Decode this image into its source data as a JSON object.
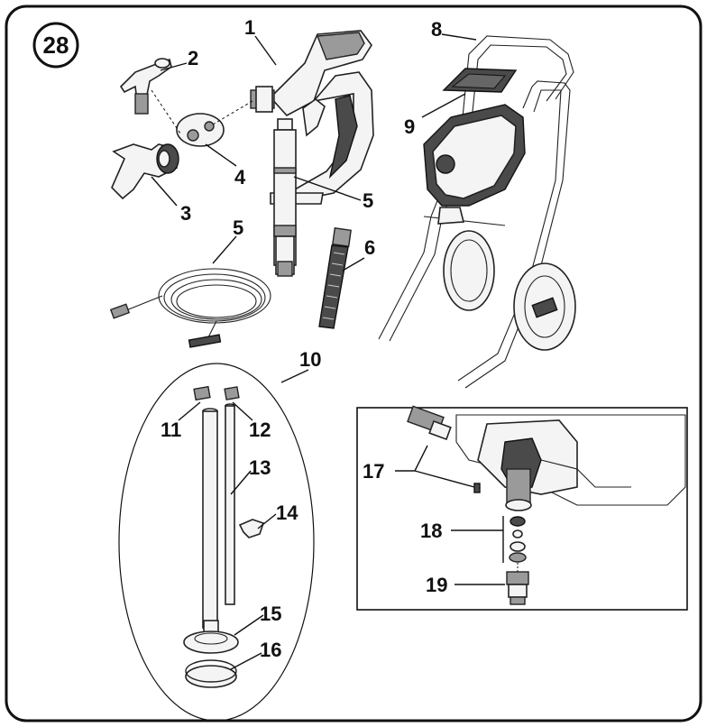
{
  "badge": "28",
  "labels": {
    "l1": "1",
    "l2": "2",
    "l3": "3",
    "l4": "4",
    "l5a": "5",
    "l5b": "5",
    "l6": "6",
    "l8": "8",
    "l9": "9",
    "l10": "10",
    "l11": "11",
    "l12": "12",
    "l13": "13",
    "l14": "14",
    "l15": "15",
    "l16": "16",
    "l17": "17",
    "l18": "18",
    "l19": "19"
  }
}
